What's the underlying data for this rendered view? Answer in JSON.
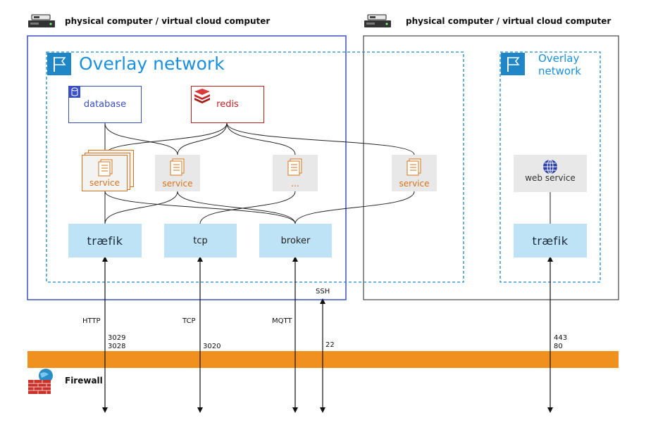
{
  "hosts": [
    {
      "title": "physical computer / virtual cloud computer",
      "icon": "server-icon"
    },
    {
      "title": "physical computer / virtual cloud computer",
      "icon": "server-icon"
    }
  ],
  "overlays": [
    {
      "title": "Overlay network",
      "icon": "flag-icon"
    },
    {
      "title_line1": "Overlay",
      "title_line2": "network",
      "icon": "flag-icon"
    }
  ],
  "nodes": {
    "database": "database",
    "redis": "redis",
    "service_a": "service",
    "service_b": "service",
    "service_ellipsis": "...",
    "service_c": "service",
    "web_service": "web service",
    "traefik_left": "træfik",
    "tcp": "tcp",
    "broker": "broker",
    "traefik_right": "træfik"
  },
  "edges": {
    "http": "HTTP",
    "tcp": "TCP",
    "mqtt": "MQTT",
    "ssh": "SSH"
  },
  "ports": {
    "http": "3029\n3028",
    "tcp": "3020",
    "ssh": "22",
    "https": "443\n80"
  },
  "firewall": {
    "label": "Firewall",
    "icon": "firewall-icon"
  },
  "colors": {
    "host_border_active": "#3a4fc4",
    "overlay_border": "#1f86c8",
    "overlay_title": "#1a8fe0",
    "database": "#3a4fc4",
    "redis": "#c41e1e",
    "service": "#d9731a",
    "gateway_fill": "#bfe3f6",
    "firewall_bar": "#f0901f"
  }
}
